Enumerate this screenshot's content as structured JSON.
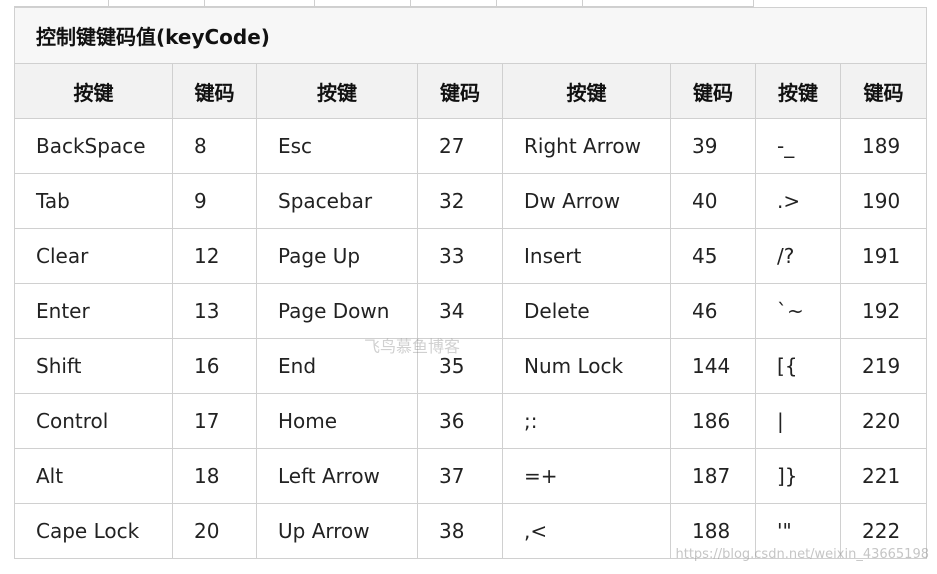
{
  "title": "控制键键码值(keyCode)",
  "headers": [
    "按键",
    "键码",
    "按键",
    "键码",
    "按键",
    "键码",
    "按键",
    "键码"
  ],
  "rows": [
    [
      "BackSpace",
      "8",
      "Esc",
      "27",
      "Right Arrow",
      "39",
      "-_",
      "189"
    ],
    [
      "Tab",
      "9",
      "Spacebar",
      "32",
      "Dw Arrow",
      "40",
      ".>",
      "190"
    ],
    [
      "Clear",
      "12",
      "Page Up",
      "33",
      "Insert",
      "45",
      "/?",
      "191"
    ],
    [
      "Enter",
      "13",
      "Page Down",
      "34",
      "Delete",
      "46",
      "`~",
      "192"
    ],
    [
      "Shift",
      "16",
      "End",
      "35",
      "Num Lock",
      "144",
      "[{",
      "219"
    ],
    [
      "Control",
      "17",
      "Home",
      "36",
      ";:",
      "186",
      "|",
      "220"
    ],
    [
      "Alt",
      "18",
      "Left Arrow",
      "37",
      "=+",
      "187",
      "]}",
      "221"
    ],
    [
      "Cape Lock",
      "20",
      "Up Arrow",
      "38",
      ",<",
      "188",
      "'\"",
      "222"
    ]
  ],
  "watermark": {
    "center": "飞鸟慕鱼博客",
    "corner": "https://blog.csdn.net/weixin_43665198"
  }
}
